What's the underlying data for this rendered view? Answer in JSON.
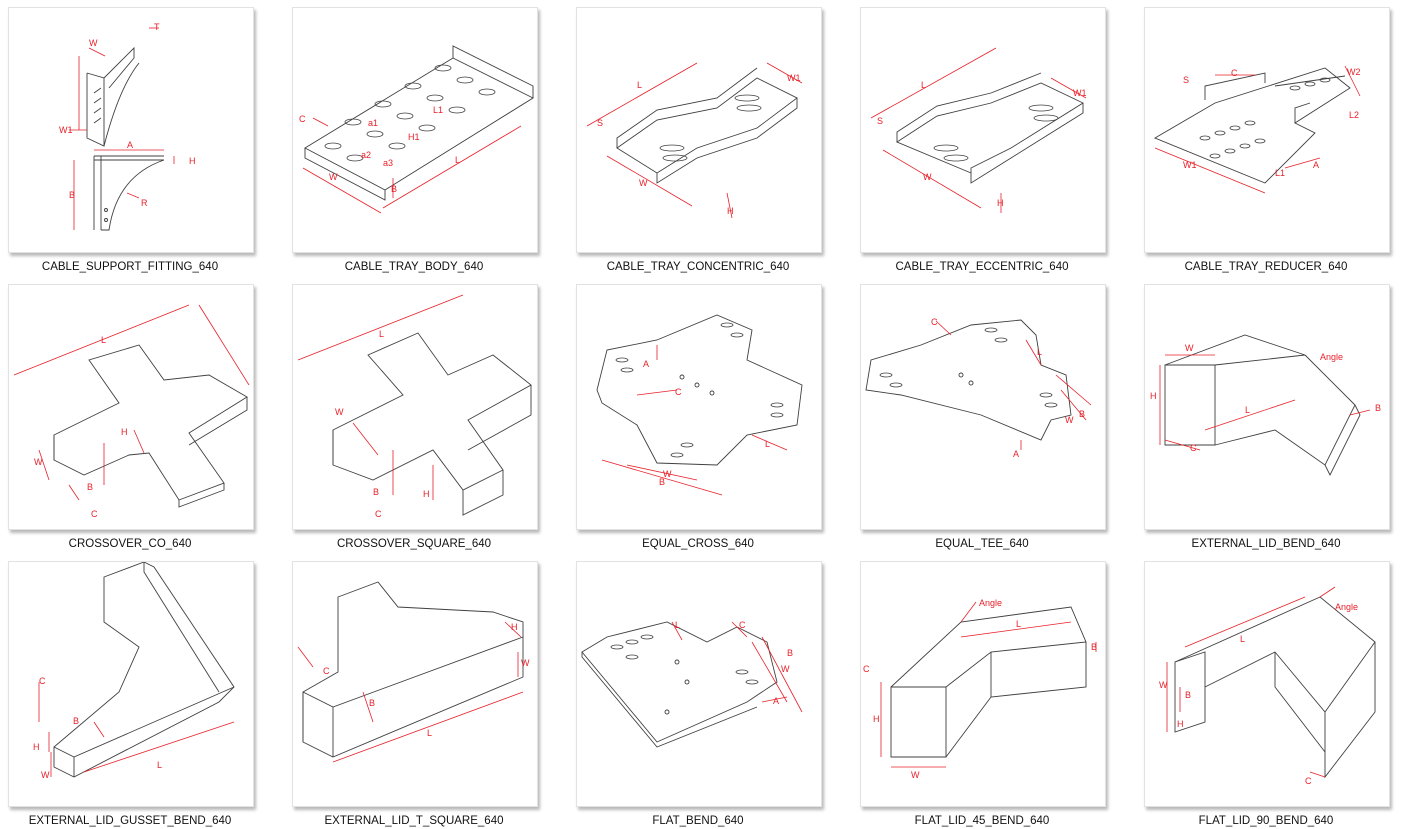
{
  "colors": {
    "dimension": "#e8212a",
    "outline": "#404040",
    "caption": "#111111",
    "background": "#ffffff"
  },
  "items": [
    {
      "name": "CABLE_SUPPORT_FITTING_640",
      "dims": [
        "W",
        "T",
        "W1",
        "A",
        "H",
        "B",
        "R"
      ]
    },
    {
      "name": "CABLE_TRAY_BODY_640",
      "dims": [
        "C",
        "a1",
        "L1",
        "a2",
        "H1",
        "a3",
        "L",
        "W",
        "B"
      ]
    },
    {
      "name": "CABLE_TRAY_CONCENTRIC_640",
      "dims": [
        "L",
        "W1",
        "S",
        "W",
        "H"
      ]
    },
    {
      "name": "CABLE_TRAY_ECCENTRIC_640",
      "dims": [
        "L",
        "W1",
        "S",
        "W",
        "H"
      ]
    },
    {
      "name": "CABLE_TRAY_REDUCER_640",
      "dims": [
        "S",
        "C",
        "W2",
        "L2",
        "W1",
        "L1",
        "A"
      ]
    },
    {
      "name": "CROSSOVER_CO_640",
      "dims": [
        "L",
        "H",
        "W",
        "B",
        "C"
      ]
    },
    {
      "name": "CROSSOVER_SQUARE_640",
      "dims": [
        "L",
        "W",
        "B",
        "H",
        "C"
      ]
    },
    {
      "name": "EQUAL_CROSS_640",
      "dims": [
        "A",
        "C",
        "W",
        "B",
        "L"
      ]
    },
    {
      "name": "EQUAL_TEE_640",
      "dims": [
        "C",
        "L",
        "B",
        "W",
        "A"
      ]
    },
    {
      "name": "EXTERNAL_LID_BEND_640",
      "dims": [
        "W",
        "Angle",
        "H",
        "L",
        "B",
        "C"
      ]
    },
    {
      "name": "EXTERNAL_LID_GUSSET_BEND_640",
      "dims": [
        "C",
        "B",
        "H",
        "W",
        "L"
      ]
    },
    {
      "name": "EXTERNAL_LID_T_SQUARE_640",
      "dims": [
        "H",
        "C",
        "W",
        "B",
        "L"
      ]
    },
    {
      "name": "FLAT_BEND_640",
      "dims": [
        "L",
        "C",
        "B",
        "W",
        "A"
      ]
    },
    {
      "name": "FLAT_LID_45_BEND_640",
      "dims": [
        "Angle",
        "L",
        "C",
        "B",
        "H",
        "W"
      ]
    },
    {
      "name": "FLAT_LID_90_BEND_640",
      "dims": [
        "Angle",
        "L",
        "W",
        "B",
        "H",
        "C"
      ]
    }
  ]
}
